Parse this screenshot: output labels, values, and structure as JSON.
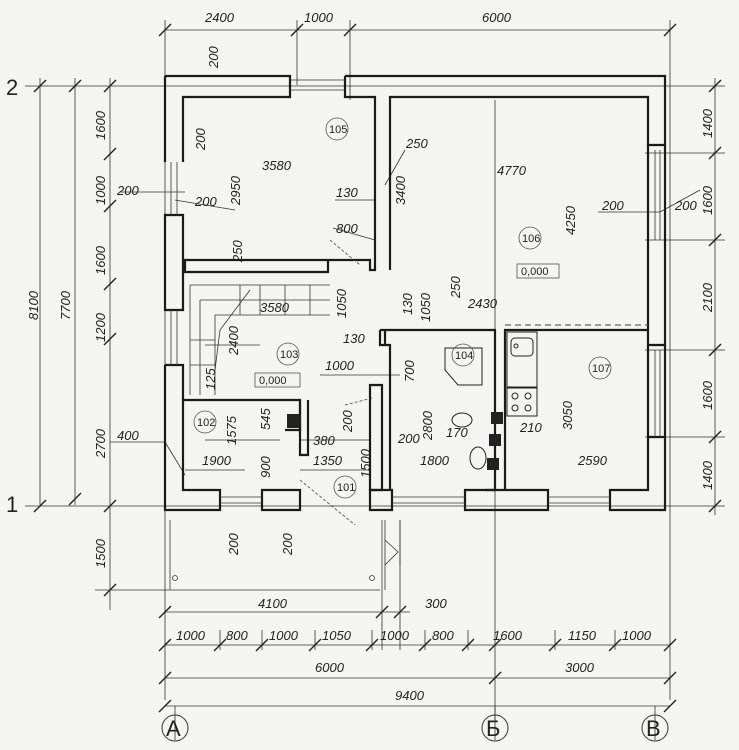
{
  "axes": {
    "top": "2",
    "bottom": "1",
    "a": "А",
    "b": "Б",
    "c": "В"
  },
  "top_dims": [
    "2400",
    "1000",
    "6000"
  ],
  "left_outer": [
    "8100",
    "7700"
  ],
  "left_dims": [
    "1600",
    "1000",
    "1600",
    "1200",
    "2700",
    "1500"
  ],
  "right_dims": [
    "1400",
    "1600",
    "2100",
    "1600",
    "1400"
  ],
  "bottom_row1": [
    "4100",
    "300"
  ],
  "bottom_row2": [
    "1000",
    "800",
    "1000",
    "1050",
    "1000",
    "800",
    "1600",
    "1150",
    "1000"
  ],
  "bottom_row3": [
    "6000",
    "3000"
  ],
  "bottom_total": "9400",
  "rooms": {
    "r101": "101",
    "r102": "102",
    "r103": "103",
    "r104": "104",
    "r105": "105",
    "r106": "106",
    "r107": "107"
  },
  "levels": {
    "l103": "0,000",
    "l106": "0,000"
  },
  "inner": {
    "d200a": "200",
    "d200b": "200",
    "d2950": "2950",
    "d3580a": "3580",
    "d130a": "130",
    "d800": "800",
    "d250a": "250",
    "d3400": "3400",
    "d4770": "4770",
    "d4250": "4250",
    "d200c": "200",
    "d200d": "200",
    "d200e": "200",
    "d200f": "200",
    "d250b": "250",
    "d3580b": "3580",
    "d1050a": "1050",
    "d130b": "130",
    "d1050b": "1050",
    "d250c": "250",
    "d2430": "2430",
    "d130c": "130",
    "d2400": "2400",
    "d1000": "1000",
    "d125": "125",
    "d700": "700",
    "d3050": "3050",
    "d1575": "1575",
    "d545": "545",
    "d400": "400",
    "d380": "380",
    "d200g": "200",
    "d2800": "2800",
    "d200h": "200",
    "d170": "170",
    "d210": "210",
    "d1900": "1900",
    "d900": "900",
    "d1350": "1350",
    "d1500": "1500",
    "d1800": "1800",
    "d2590": "2590",
    "d200i": "200",
    "d200j": "200"
  }
}
